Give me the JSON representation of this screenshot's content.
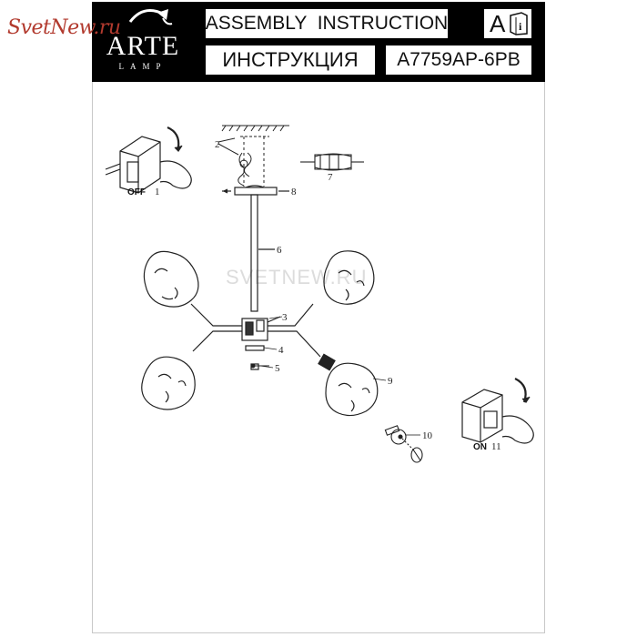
{
  "watermark": {
    "site": "SvetNew.ru",
    "faint": "SVETNEW.RU"
  },
  "header": {
    "brand": {
      "name": "ARTE",
      "sub": "LAMP"
    },
    "title_en": "ASSEMBLY  INSTRUCTION",
    "title_ru": "ИНСТРУКЦИЯ",
    "model": "A7759AP-6PB",
    "info_letter": "A",
    "info_icon": "book-info-icon"
  },
  "diagram": {
    "callouts": [
      "1",
      "2",
      "3",
      "4",
      "5",
      "6",
      "7",
      "8",
      "9",
      "10",
      "11"
    ],
    "switch_off_label": "OFF",
    "switch_on_label": "ON"
  },
  "colors": {
    "header_bg": "#000000",
    "line": "#222222",
    "watermark_red": "#b23a2e"
  }
}
